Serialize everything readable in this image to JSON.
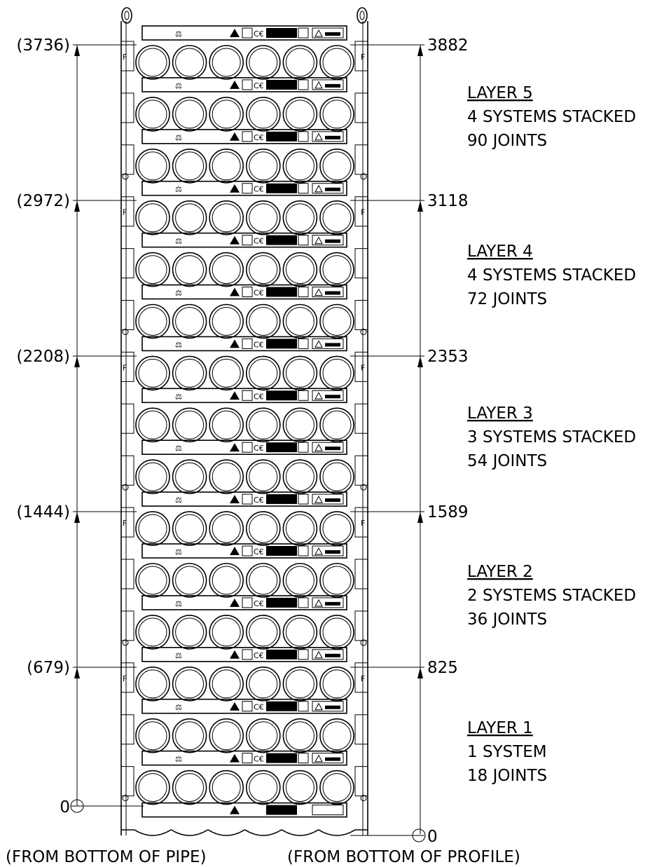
{
  "left_dimensions": [
    "(3736)",
    "(2972)",
    "(2208)",
    "(1444)",
    "(679)",
    "0"
  ],
  "right_dimensions": [
    "3882",
    "3118",
    "2353",
    "1589",
    "825",
    "0"
  ],
  "layers": [
    {
      "title": "LAYER 5",
      "line1": "4 SYSTEMS STACKED",
      "line2": "90 JOINTS"
    },
    {
      "title": "LAYER 4",
      "line1": "4 SYSTEMS STACKED",
      "line2": "72 JOINTS"
    },
    {
      "title": "LAYER 3",
      "line1": "3 SYSTEMS STACKED",
      "line2": "54 JOINTS"
    },
    {
      "title": "LAYER 2",
      "line1": "2 SYSTEMS STACKED",
      "line2": "36 JOINTS"
    },
    {
      "title": "LAYER 1",
      "line1": "1 SYSTEM",
      "line2": "18 JOINTS"
    }
  ],
  "footer": {
    "left": "(FROM BOTTOM OF PIPE)",
    "right": "(FROM BOTTOM OF PROFILE)"
  },
  "rack": {
    "pipes_per_row": 6,
    "rows": 15,
    "side_label": "F"
  },
  "colors": {
    "line": "#000000",
    "background": "#ffffff"
  }
}
